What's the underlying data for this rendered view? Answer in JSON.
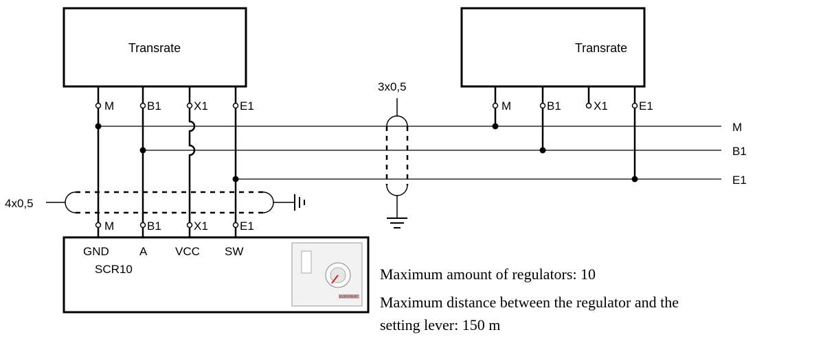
{
  "boxes": {
    "left_title": "Transrate",
    "right_title": "Transrate"
  },
  "terminals": {
    "left_top": [
      "M",
      "B1",
      "X1",
      "E1"
    ],
    "right_top": [
      "M",
      "B1",
      "X1",
      "E1"
    ],
    "regulator_top": [
      "M",
      "B1",
      "X1",
      "E1"
    ]
  },
  "bus_lines": [
    "M",
    "B1",
    "E1"
  ],
  "cables": {
    "shielded_vertical": "3x0,5",
    "shielded_horizontal": "4x0,5"
  },
  "regulator": {
    "pins": [
      "GND",
      "A",
      "VCC",
      "SW"
    ],
    "name": "SCR10",
    "brand": "EUROHEAT"
  },
  "notes": {
    "line1": "Maximum amount of regulators: 10",
    "line2": "Maximum distance between the regulator and the",
    "line3": "setting lever: 150 m"
  },
  "colors": {
    "stroke": "#000000",
    "brand_red": "#cc2222"
  }
}
